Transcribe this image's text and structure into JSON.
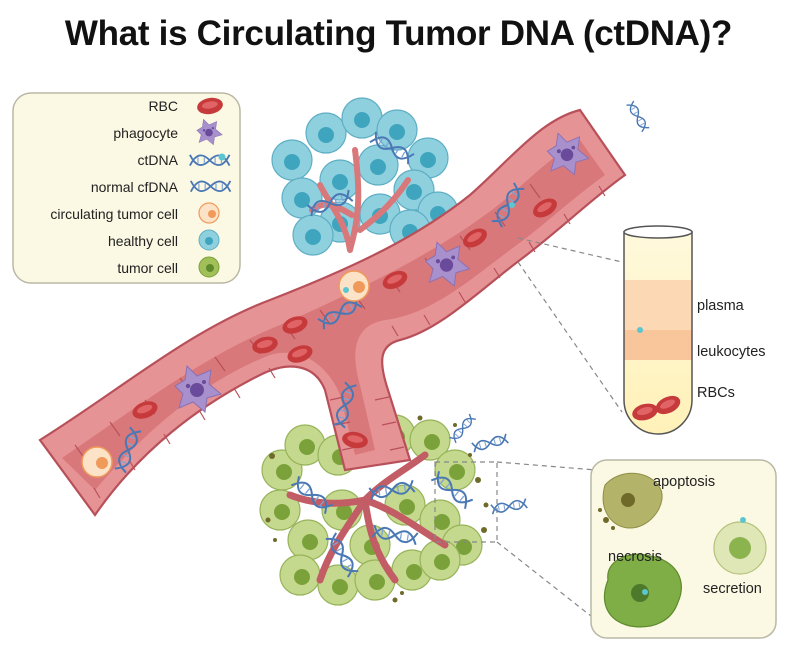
{
  "title": "What is Circulating Tumor DNA (ctDNA)?",
  "legend": [
    {
      "label": "RBC",
      "icon": "rbc-icon"
    },
    {
      "label": "phagocyte",
      "icon": "phagocyte-icon"
    },
    {
      "label": "ctDNA",
      "icon": "ctdna-icon"
    },
    {
      "label": "normal cfDNA",
      "icon": "cfdna-icon"
    },
    {
      "label": "circulating tumor cell",
      "icon": "ctc-icon"
    },
    {
      "label": "healthy cell",
      "icon": "healthy-cell-icon"
    },
    {
      "label": "tumor cell",
      "icon": "tumor-cell-icon"
    }
  ],
  "tube_layers": {
    "plasma": "plasma",
    "leukocytes": "leukocytes",
    "rbcs": "RBCs"
  },
  "release_mechanisms": {
    "apoptosis": "apoptosis",
    "necrosis": "necrosis",
    "secretion": "secretion"
  },
  "colors": {
    "vessel": "#d9787b",
    "vessel_dark": "#b8505a",
    "rbc": "#c73a3c",
    "phagocyte": "#a890cc",
    "dna_blue": "#4a78b4",
    "ctdna_tip": "#5cc6d0",
    "ctc": "#f09a5a",
    "healthy": "#6cc1d6",
    "tumor": "#a2c05a",
    "legend_bg": "#fbf8e3"
  }
}
